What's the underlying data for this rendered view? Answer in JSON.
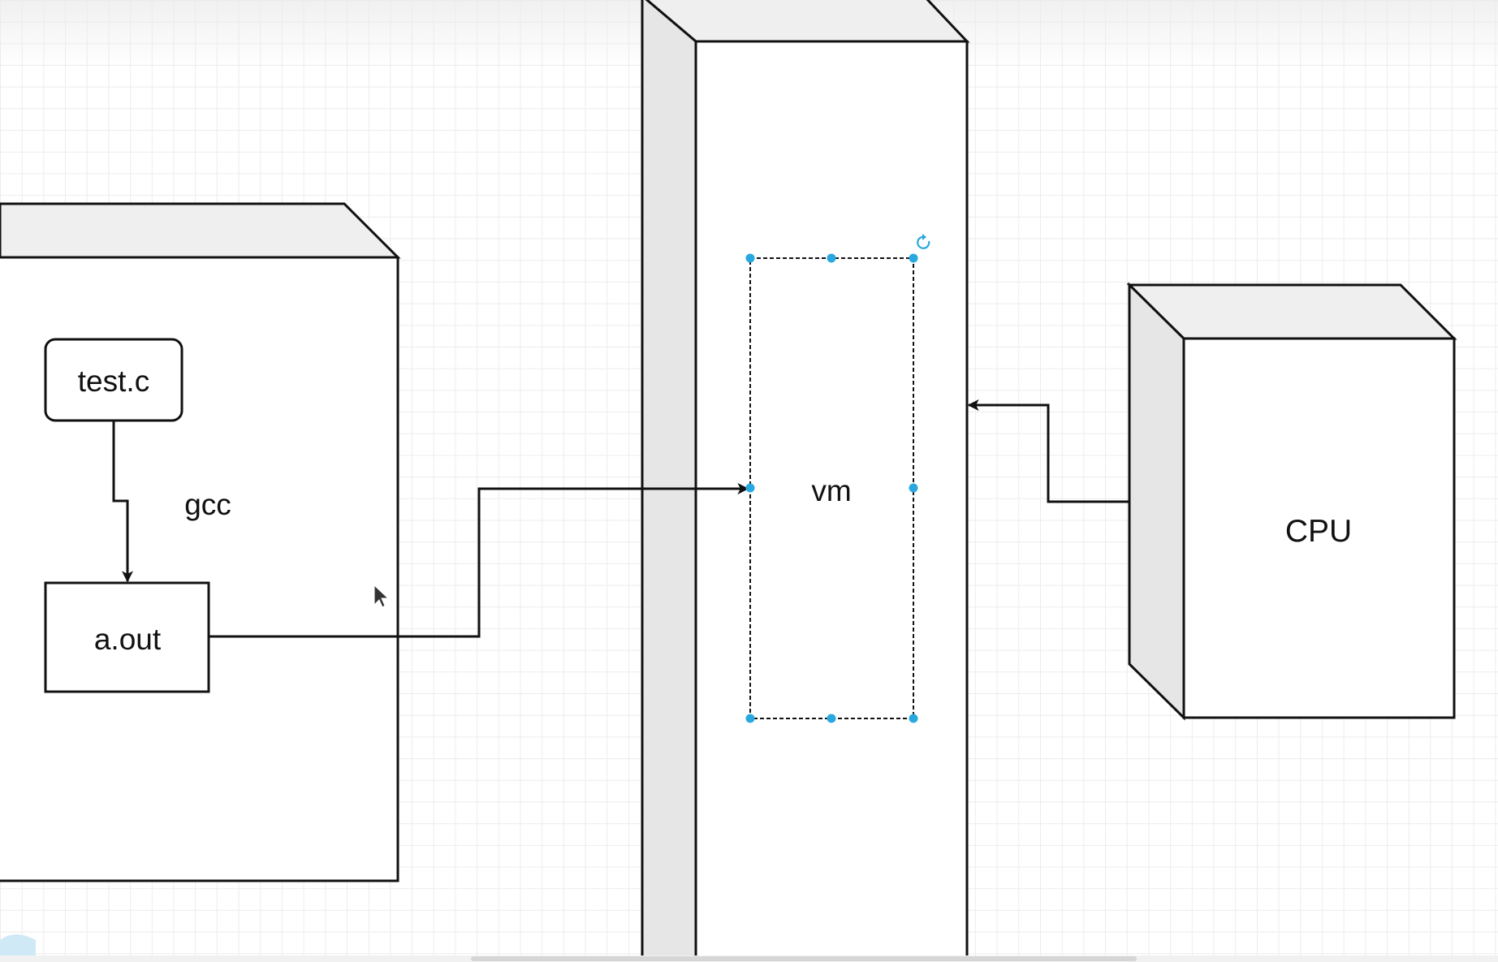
{
  "diagram": {
    "nodes": {
      "test_c": "test.c",
      "a_out": "a.out",
      "vm": "vm",
      "cpu": "CPU"
    },
    "edges": {
      "compile_label": "gcc"
    }
  },
  "colors": {
    "stroke": "#111111",
    "cube_side": "#e6e6e6",
    "cube_top": "#efefef",
    "selection": "#29a8e0",
    "grid": "#ececec"
  }
}
